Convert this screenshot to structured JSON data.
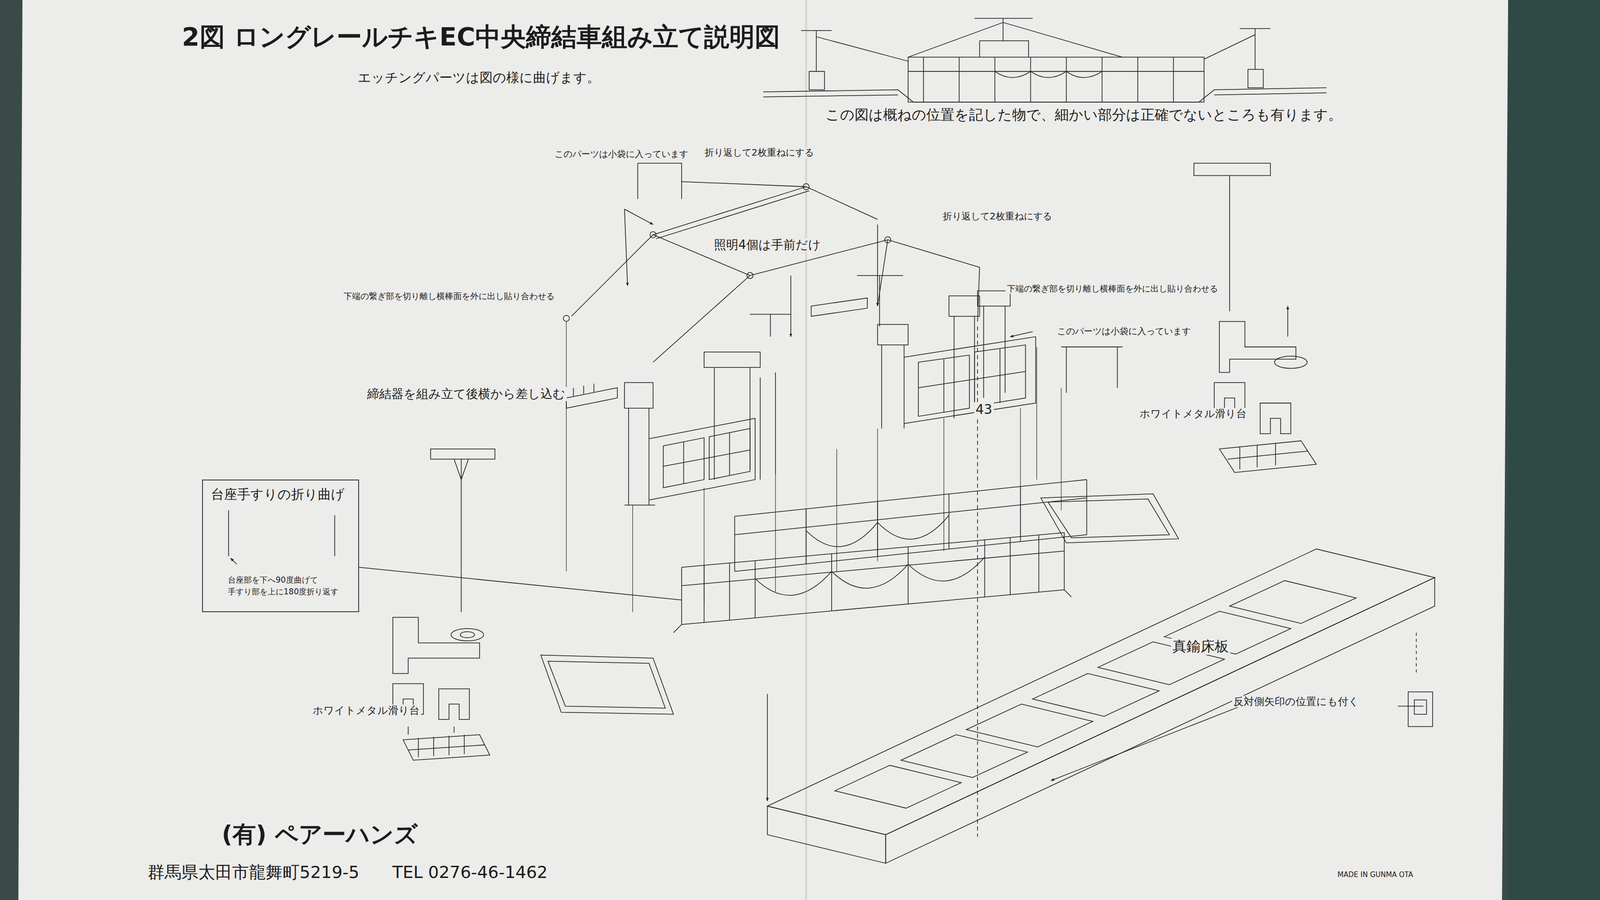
{
  "diagram": {
    "title": "2図 ロングレールチキEC中央締結車組み立て説明図",
    "nodes": [
      {
        "text": [
          "台座手すりの折り曲げ",
          "台座部を下へ90度曲げて 手すり部を上に180度折り返す"
        ]
      }
    ],
    "labels": [
      "エッチングパーツは図の様に曲げます。",
      "この図は概ねの位置を記した物で、細かい部分は正確でないところも有ります。",
      "このパーツは小袋に入っています",
      "折り返して2枚重ねにする",
      "折り返して2枚重ねにする",
      "照明4個は手前だけ",
      "下端の繋ぎ部を切り離し横棒面を外に出し貼り合わせる",
      "下端の繋ぎ部を切り離し横棒面を外に出し貼り合わせる",
      "このパーツは小袋に入っています",
      "締結器を組み立て後横から差し込む",
      "43",
      "ホワイトメタル滑り台",
      "ホワイトメタル滑り台",
      "真鍮床板",
      "反対側矢印の位置にも付く",
      "(有) ペアーハンズ",
      "群馬県太田市龍舞町5219-5",
      "TEL 0276-46-1462",
      "MADE IN GUNMA OTA"
    ]
  }
}
